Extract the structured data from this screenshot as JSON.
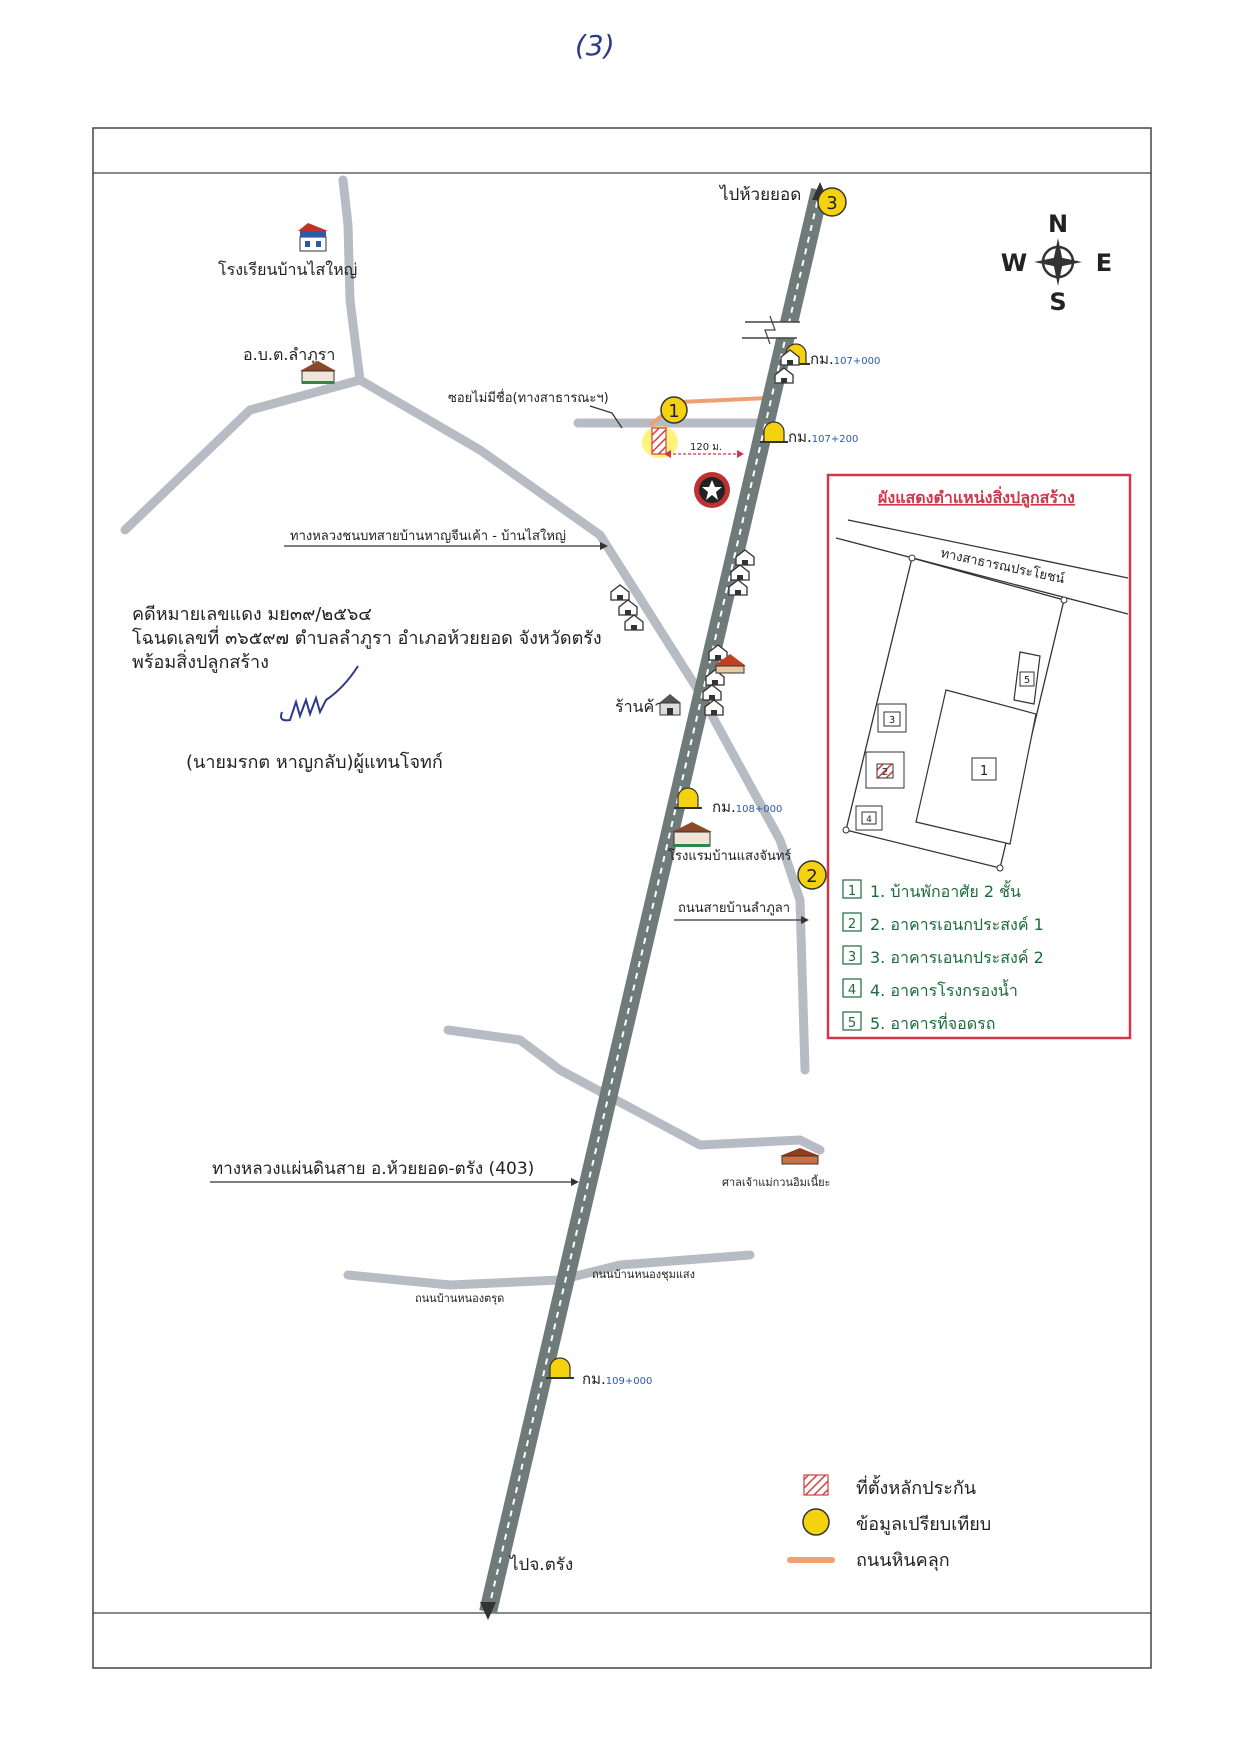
{
  "page_number": "(3)",
  "map": {
    "direction_north": "ไปห้วยยอด",
    "direction_south": "ไปจ.ตรัง",
    "compass": {
      "n": "N",
      "s": "S",
      "e": "E",
      "w": "W"
    },
    "places": {
      "school": "โรงเรียนบ้านไสใหญ่",
      "sao": "อ.บ.ต.ลำภูรา",
      "shop": "ร้านค้า",
      "hotel": "โรงแรมบ้านแสงจันทร์",
      "shrine": "ศาลเจ้าแม่กวนอิมเนี้ยะ"
    },
    "roads": {
      "soi": "ซอยไม่มีชื่อ(ทางสาธารณะฯ)",
      "rural": "ทางหลวงชนบทสายบ้านหาญจีนเค้า - บ้านไสใหญ่",
      "lamphula": "ถนนสายบ้านลำภูลา",
      "highway": "ทางหลวงแผ่นดินสาย อ.ห้วยยอด-ตรัง (403)",
      "nongkrut": "ถนนบ้านหนองตรุด",
      "nongchumsaeng": "ถนนบ้านหนองชุมแสง"
    },
    "km_posts": {
      "k107_prefix": "กม.",
      "k107_suffix": "107+000",
      "k1072_prefix": "กม.",
      "k1072_suffix": "107+200",
      "k108_prefix": "กม.",
      "k108_suffix": "108+000",
      "k109_prefix": "กม.",
      "k109_suffix": "109+000"
    },
    "distance": "120 ม.",
    "markers": [
      "1",
      "2",
      "3"
    ]
  },
  "case": {
    "line1": "คดีหมายเลขแดง มย๓๙/๒๕๖๔",
    "line2": "โฉนดเลขที่ ๓๖๕๙๗ ตำบลลำภูรา อำเภอห้วยยอด จังหวัดตรัง",
    "line3": "พร้อมสิ่งปลูกสร้าง",
    "signer": "(นายมรกต หาญกลับ)ผู้แทนโจทก์"
  },
  "inset": {
    "title": "ผังแสดงตำแหน่งสิ่งปลูกสร้าง",
    "road_label": "ทางสาธารณประโยชน์",
    "items": [
      {
        "num": "1",
        "label": "1. บ้านพักอาศัย 2 ชั้น"
      },
      {
        "num": "2",
        "label": "2. อาคารเอนกประสงค์ 1"
      },
      {
        "num": "3",
        "label": "3. อาคารเอนกประสงค์ 2"
      },
      {
        "num": "4",
        "label": "4. อาคารโรงกรองน้ำ"
      },
      {
        "num": "5",
        "label": "5. อาคารที่จอดรถ"
      }
    ]
  },
  "legend": {
    "collateral": "ที่ตั้งหลักประกัน",
    "comparable": "ข้อมูลเปรียบเทียบ",
    "laterite": "ถนนหินคลุก"
  },
  "colors": {
    "highway": "#6f7b78",
    "side_road": "#b7bcc4",
    "laterite": "#f0a070",
    "marker": "#f5d20f",
    "inset_border": "#d0384a"
  }
}
